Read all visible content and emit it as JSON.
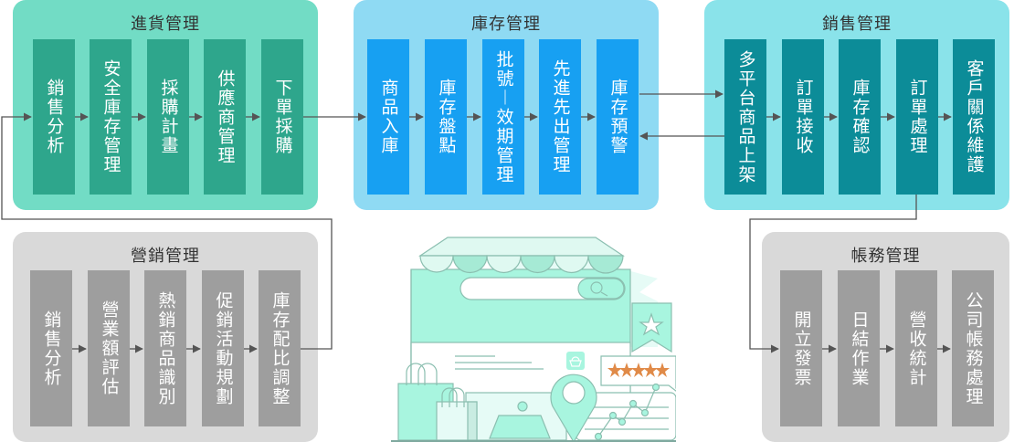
{
  "colors": {
    "procurement_bg": "#72dcc5",
    "procurement_col": "#2ea68c",
    "inventory_bg": "#8fdaf3",
    "inventory_col": "#17a0f2",
    "sales_bg": "#8ae3ea",
    "sales_col": "#0c8c98",
    "gray_bg": "#d9d9d9",
    "gray_col": "#9e9e9e",
    "arrow": "#555555"
  },
  "panels": {
    "procurement": {
      "title": "進貨管理",
      "steps": [
        "銷售分析",
        "安全庫存管理",
        "採購計畫",
        "供應商管理",
        "下單採購"
      ]
    },
    "inventory": {
      "title": "庫存管理",
      "steps": [
        "商品入庫",
        "庫存盤點",
        "批號︱效期管理",
        "先進先出管理",
        "庫存預警"
      ]
    },
    "sales": {
      "title": "銷售管理",
      "steps": [
        "多平台商品上架",
        "訂單接收",
        "庫存確認",
        "訂單處理",
        "客戶關係維護"
      ]
    },
    "marketing": {
      "title": "營銷管理",
      "steps": [
        "銷售分析",
        "營業額評估",
        "熱銷商品識別",
        "促銷活動規劃",
        "庫存配比調整"
      ]
    },
    "accounting": {
      "title": "帳務管理",
      "steps": [
        "開立發票",
        "日結作業",
        "營收統計",
        "公司帳務處理"
      ]
    }
  },
  "illustration": {
    "rating_stars": 5,
    "icons": [
      "storefront-icon",
      "search-icon",
      "shopping-basket-icon",
      "bookmark-star-icon",
      "location-pin-icon",
      "line-chart-icon",
      "shopping-bag-icon"
    ]
  }
}
